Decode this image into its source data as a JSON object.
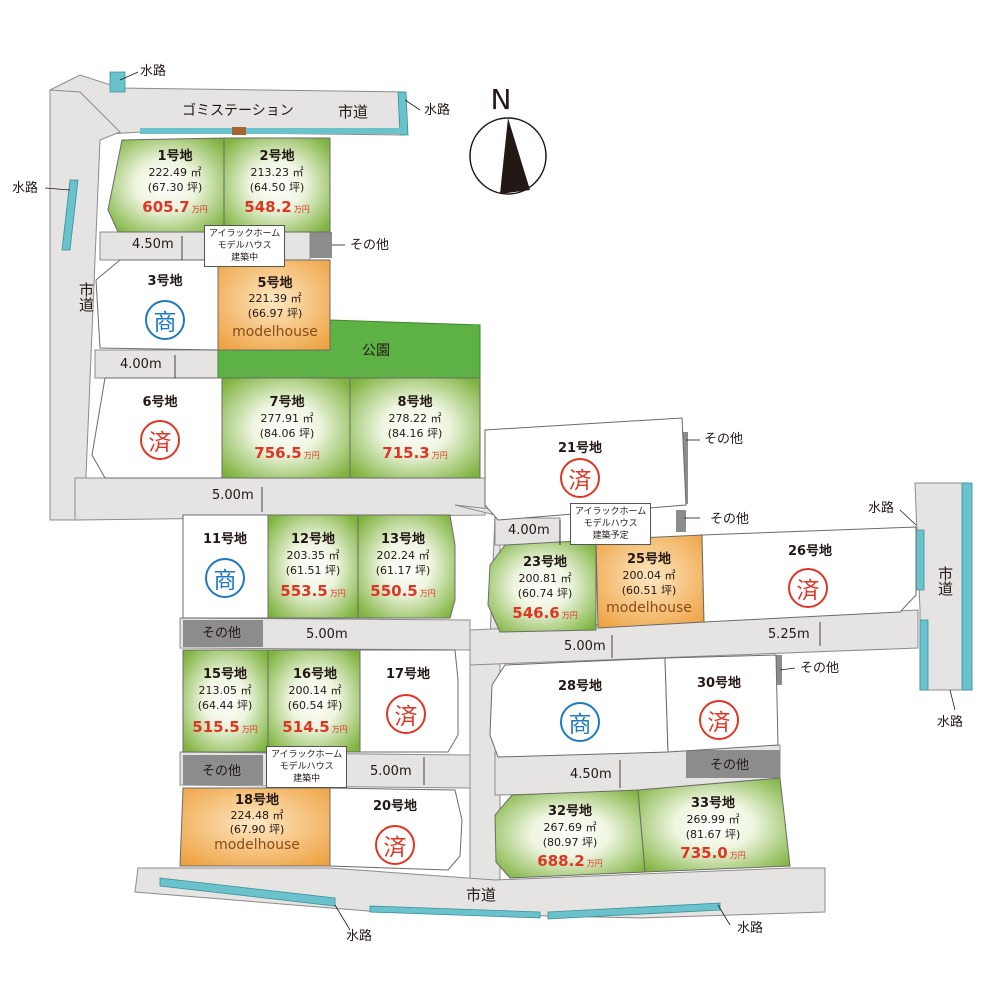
{
  "north": "N",
  "roads": {
    "city_road": "市道"
  },
  "waterway": "水路",
  "garbage_station": "ゴミステーション",
  "park": "公園",
  "other": "その他",
  "widths": {
    "w450": "4.50m",
    "w400": "4.00m",
    "w500": "5.00m",
    "w525": "5.25m"
  },
  "callouts": {
    "building": [
      "アイラックホーム",
      "モデルハウス",
      "建築中"
    ],
    "planned": [
      "アイラックホーム",
      "モデルハウス",
      "建築予定"
    ]
  },
  "status": {
    "sold": "済",
    "commercial": "商",
    "modelhouse": "modelhouse",
    "price_unit": "万円"
  },
  "lots": {
    "l1": {
      "name": "1号地",
      "area": "222.49 ㎡",
      "tsubo": "(67.30 坪)",
      "price": "605.7"
    },
    "l2": {
      "name": "2号地",
      "area": "213.23 ㎡",
      "tsubo": "(64.50 坪)",
      "price": "548.2"
    },
    "l3": {
      "name": "3号地"
    },
    "l5": {
      "name": "5号地",
      "area": "221.39 ㎡",
      "tsubo": "(66.97 坪)"
    },
    "l6": {
      "name": "6号地"
    },
    "l7": {
      "name": "7号地",
      "area": "277.91 ㎡",
      "tsubo": "(84.06 坪)",
      "price": "756.5"
    },
    "l8": {
      "name": "8号地",
      "area": "278.22 ㎡",
      "tsubo": "(84.16 坪)",
      "price": "715.3"
    },
    "l11": {
      "name": "11号地"
    },
    "l12": {
      "name": "12号地",
      "area": "203.35 ㎡",
      "tsubo": "(61.51 坪)",
      "price": "553.5"
    },
    "l13": {
      "name": "13号地",
      "area": "202.24 ㎡",
      "tsubo": "(61.17 坪)",
      "price": "550.5"
    },
    "l15": {
      "name": "15号地",
      "area": "213.05 ㎡",
      "tsubo": "(64.44 坪)",
      "price": "515.5"
    },
    "l16": {
      "name": "16号地",
      "area": "200.14 ㎡",
      "tsubo": "(60.54 坪)",
      "price": "514.5"
    },
    "l17": {
      "name": "17号地"
    },
    "l18": {
      "name": "18号地",
      "area": "224.48 ㎡",
      "tsubo": "(67.90 坪)"
    },
    "l20": {
      "name": "20号地"
    },
    "l21": {
      "name": "21号地"
    },
    "l23": {
      "name": "23号地",
      "area": "200.81 ㎡",
      "tsubo": "(60.74 坪)",
      "price": "546.6"
    },
    "l25": {
      "name": "25号地",
      "area": "200.04 ㎡",
      "tsubo": "(60.51 坪)"
    },
    "l26": {
      "name": "26号地"
    },
    "l28": {
      "name": "28号地"
    },
    "l30": {
      "name": "30号地"
    },
    "l32": {
      "name": "32号地",
      "area": "267.69 ㎡",
      "tsubo": "(80.97 坪)",
      "price": "688.2"
    },
    "l33": {
      "name": "33号地",
      "area": "269.99 ㎡",
      "tsubo": "(81.67 坪)",
      "price": "735.0"
    }
  },
  "colors": {
    "road": "#e6e3e3",
    "road_edge": "#8c8c8c",
    "water": "#69c2cc",
    "lot_green_center": "#ffffff",
    "lot_green_edge": "#7fb33f",
    "lot_orange": "#efa84a",
    "park": "#5eb145",
    "other": "#8c8c8c",
    "sold_red": "#e03524",
    "commercial_blue": "#1e78c2"
  }
}
